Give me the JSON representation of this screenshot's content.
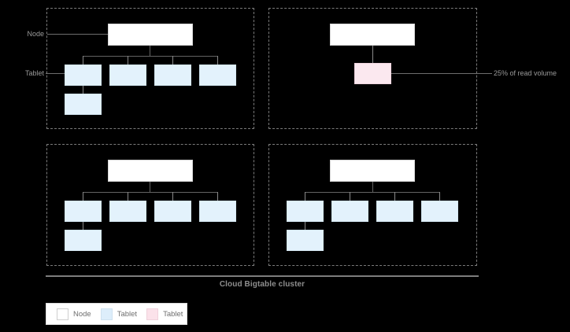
{
  "diagram": {
    "title": "Cloud Bigtable cluster",
    "left_labels": {
      "node": "Node",
      "tablet": "Tablet"
    },
    "callout": {
      "hot_tablet": "25% of read volume"
    }
  },
  "legend": {
    "items": [
      {
        "label": "Node",
        "swatch": "white-square-icon",
        "color": "#ffffff"
      },
      {
        "label": "Tablet",
        "swatch": "light-blue-square-icon",
        "color": "#ddeefb"
      },
      {
        "label": "Tablet",
        "swatch": "pink-square-icon",
        "color": "#fbe2ea"
      }
    ]
  },
  "quadrants": [
    {
      "id": "top-left",
      "node": {
        "label": ""
      },
      "tablets": [
        {
          "label": "",
          "kind": "tablet"
        },
        {
          "label": "",
          "kind": "tablet"
        },
        {
          "label": "",
          "kind": "tablet"
        },
        {
          "label": "",
          "kind": "tablet"
        },
        {
          "label": "",
          "kind": "tablet"
        }
      ]
    },
    {
      "id": "top-right",
      "node": {
        "label": ""
      },
      "tablets": [
        {
          "label": "",
          "kind": "tablet-hot"
        }
      ]
    },
    {
      "id": "bottom-left",
      "node": {
        "label": ""
      },
      "tablets": [
        {
          "label": "",
          "kind": "tablet"
        },
        {
          "label": "",
          "kind": "tablet"
        },
        {
          "label": "",
          "kind": "tablet"
        },
        {
          "label": "",
          "kind": "tablet"
        },
        {
          "label": "",
          "kind": "tablet"
        }
      ]
    },
    {
      "id": "bottom-right",
      "node": {
        "label": ""
      },
      "tablets": [
        {
          "label": "",
          "kind": "tablet"
        },
        {
          "label": "",
          "kind": "tablet"
        },
        {
          "label": "",
          "kind": "tablet"
        },
        {
          "label": "",
          "kind": "tablet"
        },
        {
          "label": "",
          "kind": "tablet"
        }
      ]
    }
  ],
  "colors": {
    "background": "#000000",
    "node_fill": "#ffffff",
    "tablet_fill": "#e3f2fc",
    "hot_tablet_fill": "#fbe8ef",
    "frame_stroke": "#7a7a7a",
    "connector_stroke": "#636363",
    "text": "#9a9a9a"
  }
}
